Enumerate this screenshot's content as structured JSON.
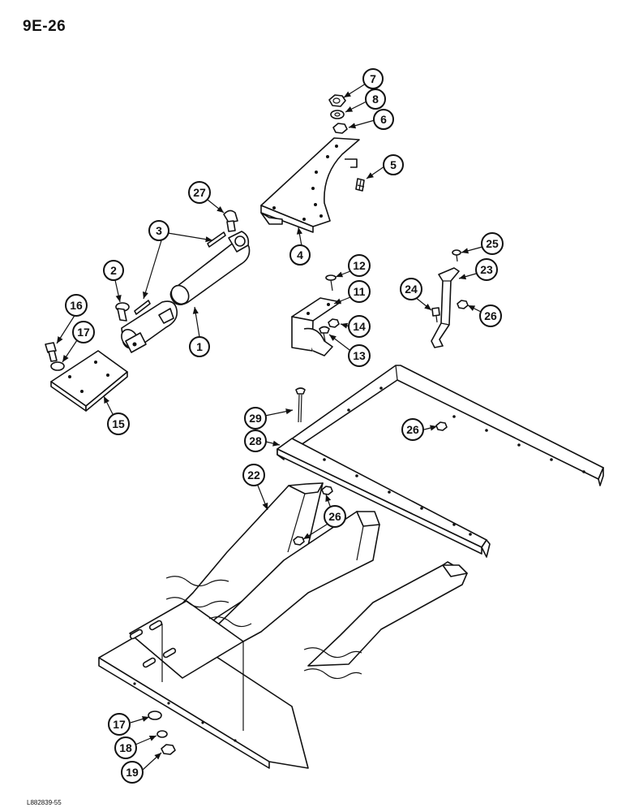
{
  "page_number": "9E-26",
  "figure_code": "L882839-55",
  "callouts": [
    {
      "id": "c7",
      "label": "7"
    },
    {
      "id": "c8",
      "label": "8"
    },
    {
      "id": "c6",
      "label": "6"
    },
    {
      "id": "c5",
      "label": "5"
    },
    {
      "id": "c4",
      "label": "4"
    },
    {
      "id": "c27",
      "label": "27"
    },
    {
      "id": "c3",
      "label": "3"
    },
    {
      "id": "c2",
      "label": "2"
    },
    {
      "id": "c1",
      "label": "1"
    },
    {
      "id": "c16",
      "label": "16"
    },
    {
      "id": "c17a",
      "label": "17"
    },
    {
      "id": "c15",
      "label": "15"
    },
    {
      "id": "c12",
      "label": "12"
    },
    {
      "id": "c11",
      "label": "11"
    },
    {
      "id": "c14",
      "label": "14"
    },
    {
      "id": "c13",
      "label": "13"
    },
    {
      "id": "c25",
      "label": "25"
    },
    {
      "id": "c23",
      "label": "23"
    },
    {
      "id": "c24",
      "label": "24"
    },
    {
      "id": "c26a",
      "label": "26"
    },
    {
      "id": "c29",
      "label": "29"
    },
    {
      "id": "c26b",
      "label": "26"
    },
    {
      "id": "c28",
      "label": "28"
    },
    {
      "id": "c22",
      "label": "22"
    },
    {
      "id": "c26c",
      "label": "26"
    },
    {
      "id": "c17b",
      "label": "17"
    },
    {
      "id": "c18",
      "label": "18"
    },
    {
      "id": "c19",
      "label": "19"
    }
  ]
}
